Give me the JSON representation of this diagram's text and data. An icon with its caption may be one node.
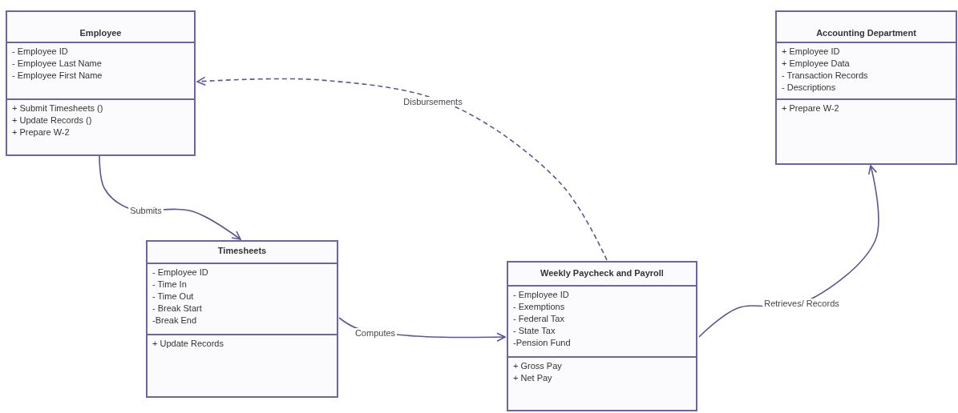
{
  "diagram": {
    "nodes": [
      {
        "text": [
          "Employee"
        ]
      },
      {
        "text": [
          "- Employee ID",
          "- Employee Last Name",
          "- Employee First Name"
        ],
        "in": 0
      },
      {
        "text": [
          "+ Submit Timesheets ()",
          "+ Update Records ()",
          "+ Prepare W-2"
        ],
        "in": 0
      },
      {
        "text": [
          "Timesheets"
        ]
      },
      {
        "text": [
          "- Employee ID",
          "- Time In",
          "- Time Out",
          "- Break Start",
          "-Break End"
        ],
        "in": 3
      },
      {
        "text": [
          "+ Update Records"
        ],
        "in": 3
      },
      {
        "text": [
          "Weekly Paycheck and Payroll"
        ]
      },
      {
        "text": [
          "- Employee ID",
          "- Exemptions",
          "- Federal Tax",
          "- State Tax",
          "-Pension Fund"
        ],
        "in": 6
      },
      {
        "text": [
          "+ Gross Pay",
          "+ Net Pay"
        ],
        "in": 6
      },
      {
        "text": [
          "Accounting Department"
        ]
      },
      {
        "text": [
          "+ Employee ID",
          "+ Employee Data",
          "- Transaction Records",
          "- Descriptions"
        ],
        "in": 9
      },
      {
        "text": [
          "+ Prepare W-2"
        ],
        "in": 9
      }
    ],
    "edges": [
      {
        "from": 0,
        "to": 3,
        "arrow": "to",
        "label": "Submits"
      },
      {
        "from": 3,
        "to": 6,
        "arrow": "to",
        "label": "Computes"
      },
      {
        "from": 6,
        "to": 0,
        "arrow": "to",
        "label": "Disbursements",
        "style": "dashed"
      },
      {
        "from": 6,
        "to": 9,
        "arrow": "to",
        "label": "Retrieves/ Records"
      }
    ]
  }
}
